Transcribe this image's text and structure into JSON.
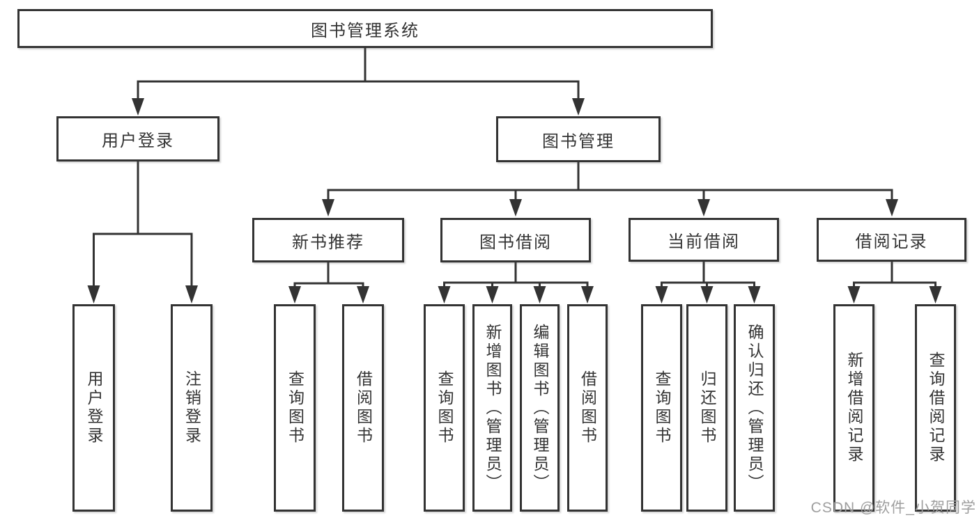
{
  "tree": {
    "root": {
      "label": "图书管理系统",
      "children": [
        {
          "label": "用户登录",
          "children": [
            {
              "label": "用户登录"
            },
            {
              "label": "注销登录"
            }
          ]
        },
        {
          "label": "图书管理",
          "children": [
            {
              "label": "新书推荐",
              "children": [
                {
                  "label": "查询图书"
                },
                {
                  "label": "借阅图书"
                }
              ]
            },
            {
              "label": "图书借阅",
              "children": [
                {
                  "label": "查询图书"
                },
                {
                  "label": "新增图书（管理员）"
                },
                {
                  "label": "编辑图书（管理员）"
                },
                {
                  "label": "借阅图书"
                }
              ]
            },
            {
              "label": "当前借阅",
              "children": [
                {
                  "label": "查询图书"
                },
                {
                  "label": "归还图书"
                },
                {
                  "label": "确认归还（管理员）"
                }
              ]
            },
            {
              "label": "借阅记录",
              "children": [
                {
                  "label": "新增借阅记录"
                },
                {
                  "label": "查询借阅记录"
                }
              ]
            }
          ]
        }
      ]
    }
  },
  "watermark": "CSDN @软件_小贺同学",
  "colors": {
    "line": "#333333",
    "text": "#333333",
    "box_background": "#ffffff",
    "page_background": "#ffffff",
    "watermark": "#9e9e9e"
  }
}
